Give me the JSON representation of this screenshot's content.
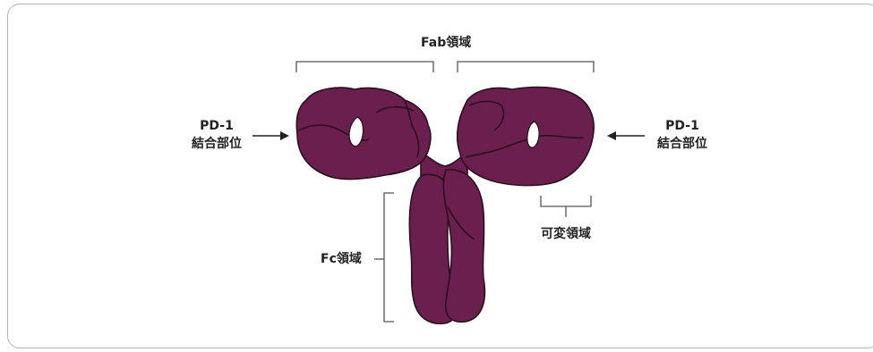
{
  "diagram": {
    "fab_region_label": "Fab領域",
    "fc_region_label": "Fc領域",
    "variable_region_label": "可変領域",
    "left_binding_site": {
      "line1": "PD-1",
      "line2": "結合部位"
    },
    "right_binding_site": {
      "line1": "PD-1",
      "line2": "結合部位"
    },
    "antibody_color": "#6b1f4e",
    "outline_color": "#2a0f1e"
  }
}
